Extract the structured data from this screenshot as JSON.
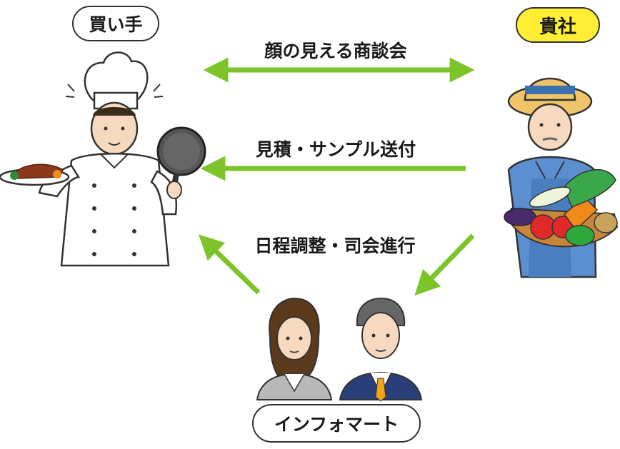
{
  "labels": {
    "buyer": "買い手",
    "company": "貴社",
    "infomart": "インフォマート"
  },
  "flows": {
    "meeting": "顔の見える商談会",
    "estimate": "見積・サンプル送付",
    "schedule": "日程調整・司会進行"
  },
  "colors": {
    "arrow": "#7cc42a",
    "company_badge": "#ffee33",
    "outline": "#333333"
  },
  "icons": {
    "buyer": "chef-icon",
    "company": "farmer-icon",
    "infomart": "business-people-icon"
  }
}
